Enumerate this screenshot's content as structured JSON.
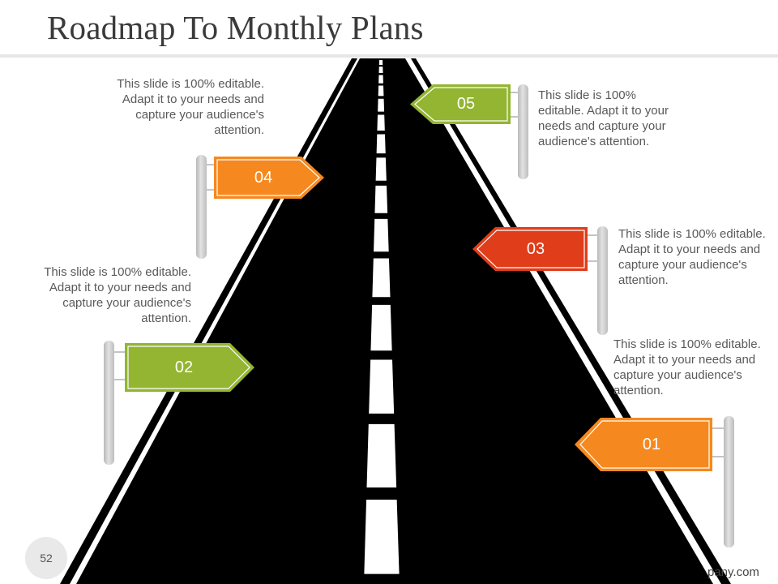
{
  "title": "Roadmap To Monthly Plans",
  "page_number": "52",
  "footer_text": "pany.com",
  "colors": {
    "orange": "#f5891f",
    "green": "#93b532",
    "red": "#e03d1b",
    "road": "#000000",
    "text": "#595959"
  },
  "milestones": [
    {
      "label": "01",
      "color": "#f5891f",
      "pointing": "left",
      "text": "This slide is 100% editable. Adapt it to your needs and capture your audience's attention."
    },
    {
      "label": "02",
      "color": "#93b532",
      "pointing": "right",
      "text": "This slide is 100% editable. Adapt it to your needs and capture your audience's attention."
    },
    {
      "label": "03",
      "color": "#e03d1b",
      "pointing": "left",
      "text": "This slide is 100% editable. Adapt it to your needs and capture your audience's attention."
    },
    {
      "label": "04",
      "color": "#f5891f",
      "pointing": "right",
      "text": "This slide is 100% editable. Adapt it to your needs and capture your audience's attention."
    },
    {
      "label": "05",
      "color": "#93b532",
      "pointing": "left",
      "text": "This slide is 100% editable. Adapt it to your needs and capture your audience's attention."
    }
  ]
}
